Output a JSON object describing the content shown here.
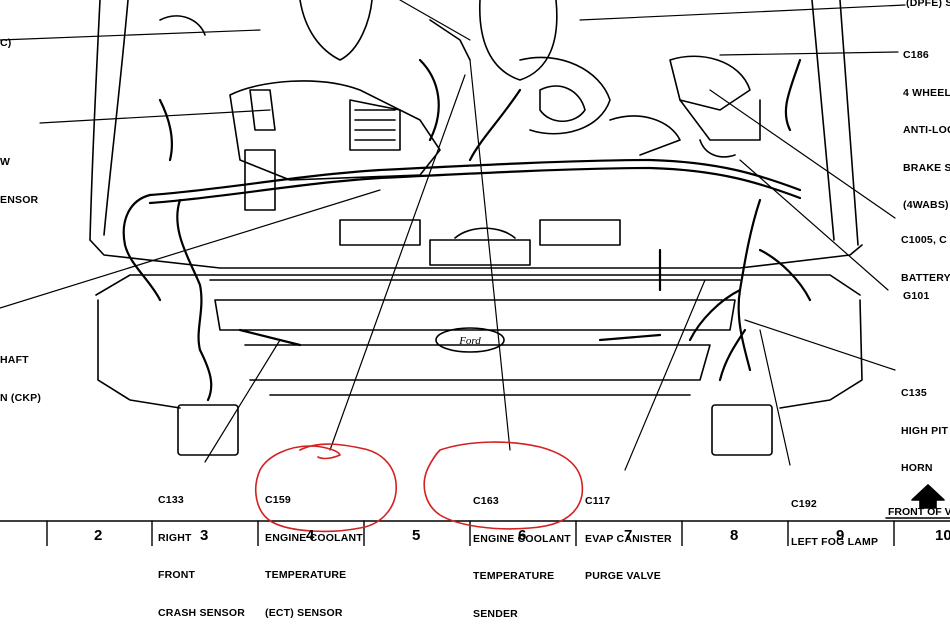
{
  "callouts": {
    "top_center": [
      "(DPFE) S"
    ],
    "c186": [
      "C186",
      "4 WHEEL",
      "ANTI-LOC",
      "BRAKE S",
      "(4WABS)"
    ],
    "left_top": [
      "C)"
    ],
    "left_mid": [
      "W",
      "ENSOR"
    ],
    "c1005": [
      "C1005, C",
      "BATTERY"
    ],
    "g101": [
      "G101"
    ],
    "ckp": [
      "HAFT",
      "N (CKP)"
    ],
    "c135": [
      "C135",
      "HIGH PIT",
      "HORN"
    ],
    "c133": [
      "C133",
      "RIGHT",
      "FRONT",
      "CRASH SENSOR"
    ],
    "c159": [
      "C159",
      "ENGINE COOLANT",
      "TEMPERATURE",
      "(ECT) SENSOR"
    ],
    "c163": [
      "C163",
      "ENGINE COOLANT",
      "TEMPERATURE",
      "SENDER"
    ],
    "c117": [
      "C117",
      "EVAP CANISTER",
      "PURGE VALVE"
    ],
    "c192": [
      "C192",
      "LEFT FOG LAMP"
    ]
  },
  "front_label": "FRONT OF V",
  "grid_numbers": [
    "2",
    "3",
    "4",
    "5",
    "6",
    "7",
    "8",
    "9",
    "10"
  ],
  "colors": {
    "ink": "#000000",
    "annotation": "#d42020"
  }
}
